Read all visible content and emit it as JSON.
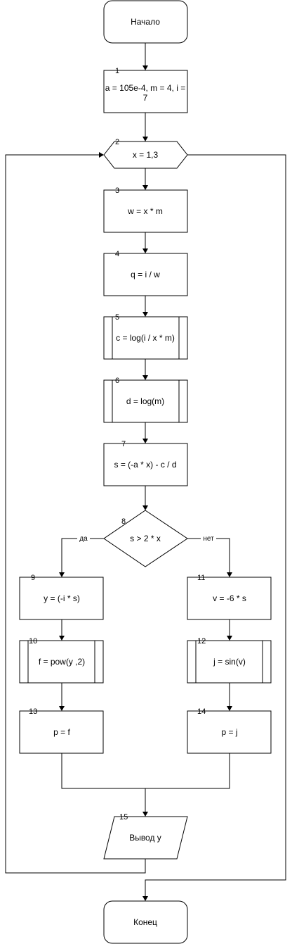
{
  "nodes": {
    "start": {
      "label": "Начало"
    },
    "n1": {
      "num": "1",
      "line1": "a = 105e-4, m = 4, i =",
      "line2": "7"
    },
    "n2": {
      "num": "2",
      "label": "x = 1,3"
    },
    "n3": {
      "num": "3",
      "label": "w = x * m"
    },
    "n4": {
      "num": "4",
      "label": "q = i / w"
    },
    "n5": {
      "num": "5",
      "label": "c = log(i / x * m)"
    },
    "n6": {
      "num": "6",
      "label": "d = log(m)"
    },
    "n7": {
      "num": "7",
      "label": "s = (-a * x) - c / d"
    },
    "n8": {
      "num": "8",
      "label": "s > 2 * x"
    },
    "n9": {
      "num": "9",
      "label": "y = (-i * s)"
    },
    "n10": {
      "num": "10",
      "label": "f = pow(y ,2)"
    },
    "n11": {
      "num": "11",
      "label": "v = -6 * s"
    },
    "n12": {
      "num": "12",
      "label": "j = sin(v)"
    },
    "n13": {
      "num": "13",
      "label": "p = f"
    },
    "n14": {
      "num": "14",
      "label": "p = j"
    },
    "n15": {
      "num": "15",
      "label": "Вывод y"
    },
    "end": {
      "label": "Конец"
    }
  },
  "branches": {
    "yes": "да",
    "no": "нет"
  }
}
